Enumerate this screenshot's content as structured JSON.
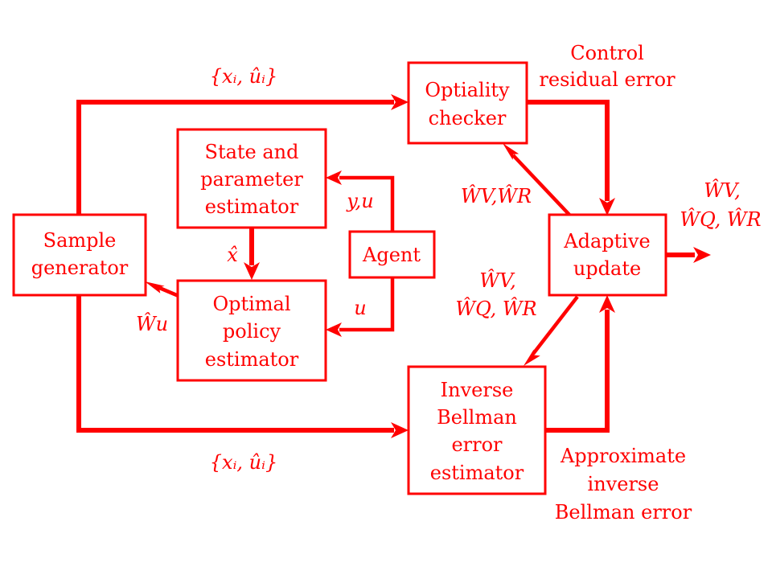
{
  "blocks": {
    "sample_generator": {
      "lines": [
        "Sample",
        "generator"
      ]
    },
    "state_param_estimator": {
      "lines": [
        "State and",
        "parameter",
        "estimator"
      ]
    },
    "optimal_policy_estimator": {
      "lines": [
        "Optimal",
        "policy",
        "estimator"
      ]
    },
    "agent": {
      "lines": [
        "Agent"
      ]
    },
    "optimality_checker": {
      "lines": [
        "Optiality",
        "checker"
      ]
    },
    "adaptive_update": {
      "lines": [
        "Adaptive",
        "update"
      ]
    },
    "inverse_bellman_estimator": {
      "lines": [
        "Inverse",
        "Bellman",
        "error",
        "estimator"
      ]
    }
  },
  "signals": {
    "samples_top": "{xᵢ, ûᵢ}",
    "samples_bottom": "{xᵢ, ûᵢ}",
    "y_u": "y,u",
    "u": "u",
    "x_hat": "x̂",
    "W_u": "Ŵu",
    "WV_WR": "ŴV,ŴR",
    "weights_mid": [
      "ŴV,",
      "ŴQ, ŴR"
    ],
    "weights_out": [
      "ŴV,",
      "ŴQ, ŴR"
    ]
  },
  "annotations": {
    "control_residual": [
      "Control",
      "residual error"
    ],
    "approx_inverse_bellman": [
      "Approximate",
      "inverse",
      "Bellman error"
    ]
  },
  "colors": {
    "accent": "#ff0000",
    "background": "#ffffff"
  }
}
